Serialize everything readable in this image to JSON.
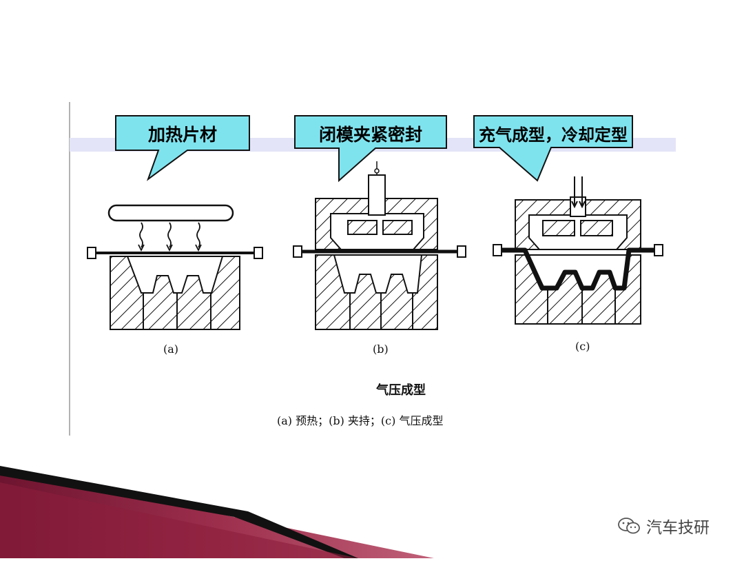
{
  "callouts": [
    "加热片材",
    "闭模夹紧密封",
    "充气成型，冷却定型"
  ],
  "panel_labels": [
    "(a)",
    "(b)",
    "(c)"
  ],
  "figure_title": "气压成型",
  "figure_caption": "(a) 预热；(b) 夹持；(c) 气压成型",
  "watermark": {
    "text": "汽车技研",
    "icon": "wechat-icon"
  },
  "colors": {
    "callout_fill": "#7fe3ee",
    "band": "#e4e4f8",
    "accent_red": "#8c1e3c",
    "ink": "#111111"
  }
}
